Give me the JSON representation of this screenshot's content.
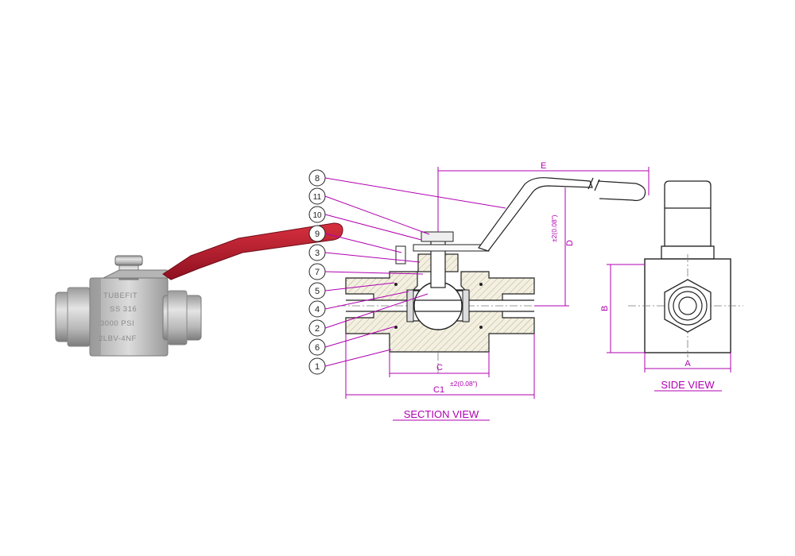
{
  "photo": {
    "stamp_lines": [
      "TUBEFIT",
      "SS 316",
      "3000 PSI",
      "2LBV-4NF"
    ],
    "handle_color": "#b8192b"
  },
  "section_view": {
    "title": "SECTION VIEW",
    "part_numbers": [
      "8",
      "11",
      "10",
      "9",
      "3",
      "7",
      "5",
      "4",
      "2",
      "6",
      "1"
    ],
    "dimensions": {
      "e": "E",
      "d": "D",
      "d_tol": "±2(0.08\")",
      "c": "C",
      "c1": "C1",
      "c1_tol": "±2(0.08\")"
    }
  },
  "side_view": {
    "title": "SIDE VIEW",
    "dimensions": {
      "a": "A",
      "b": "B"
    }
  },
  "colors": {
    "dimension": "#b000b0",
    "outline": "#222222"
  }
}
